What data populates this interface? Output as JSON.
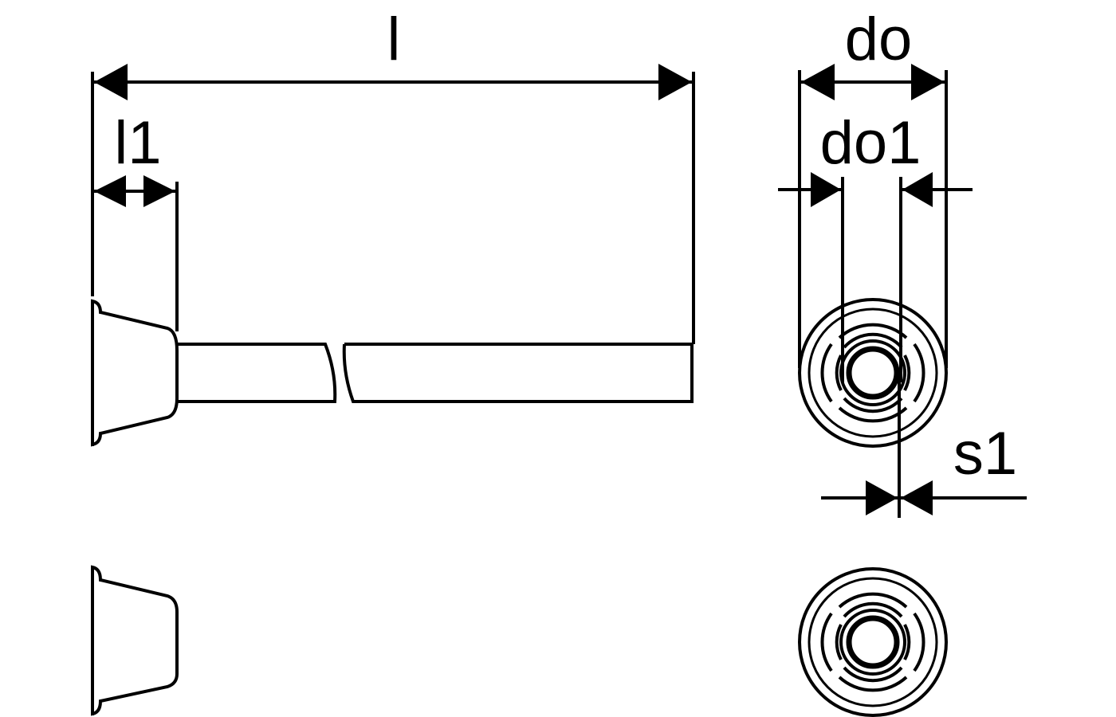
{
  "dimensions": {
    "l": "l",
    "l1": "l1",
    "do": "do",
    "do1": "do1",
    "s1": "s1"
  },
  "colors": {
    "line": "#000000",
    "background": "#ffffff"
  }
}
